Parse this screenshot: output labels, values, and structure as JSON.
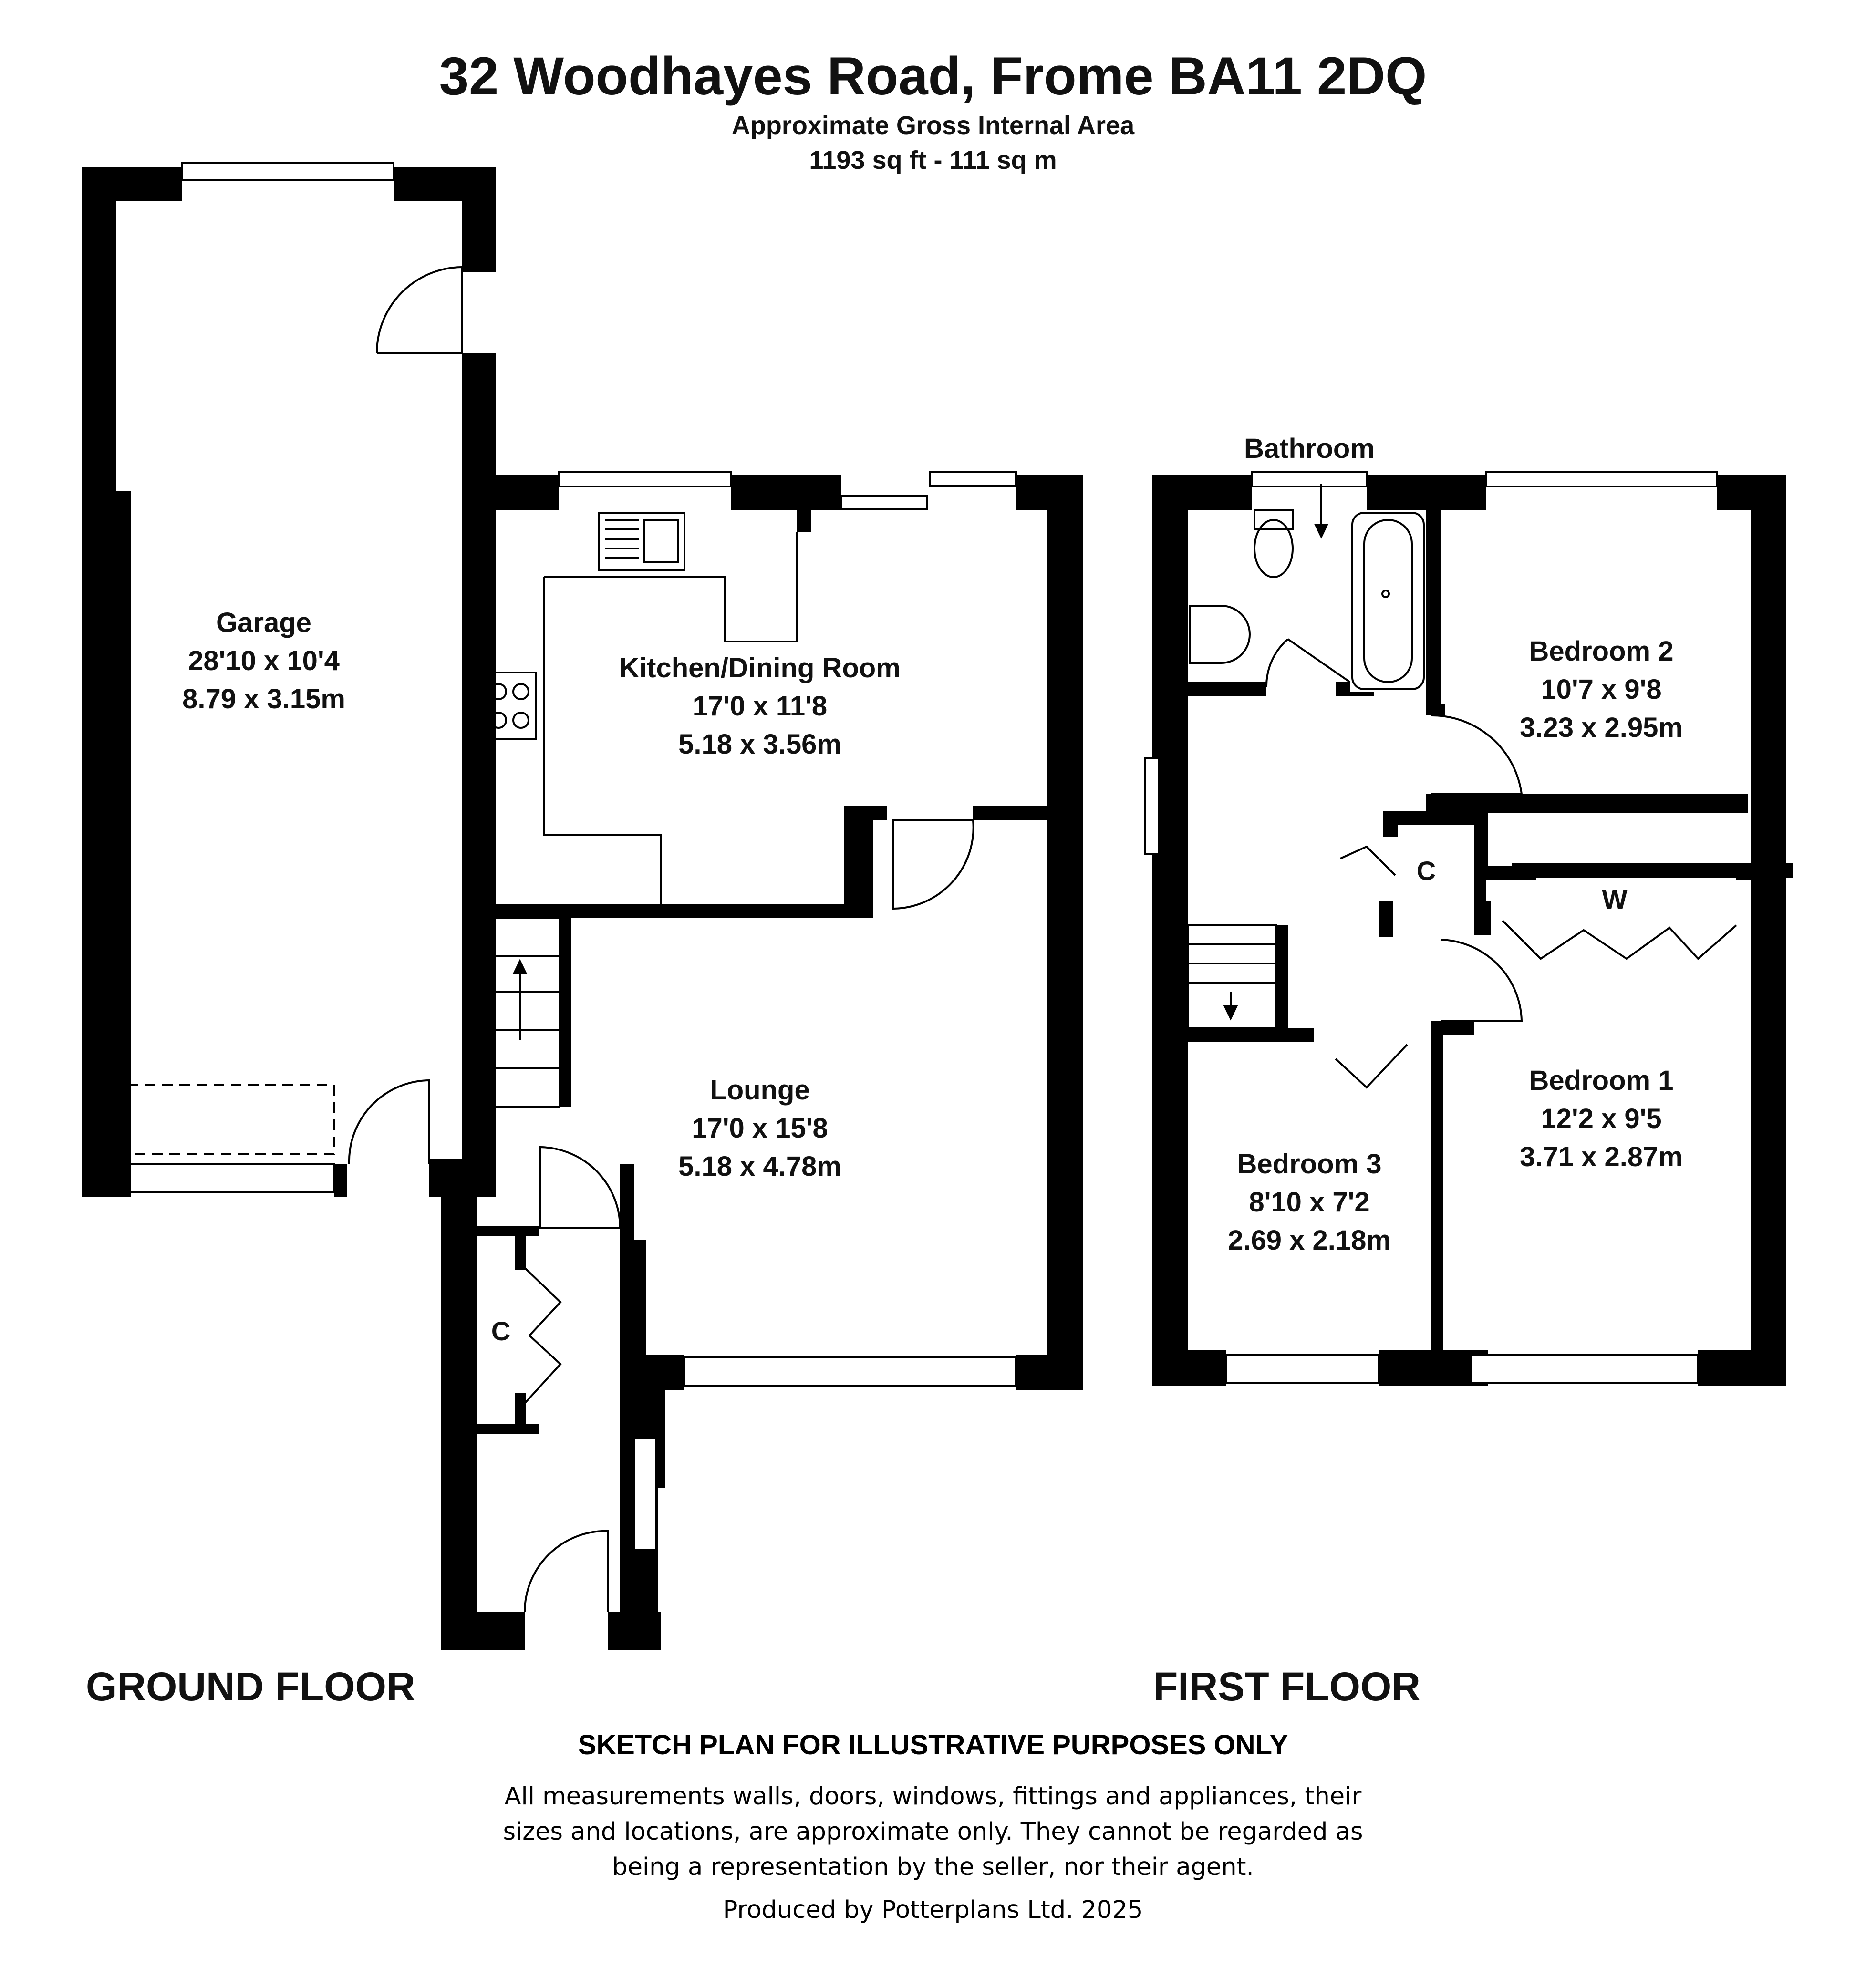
{
  "header": {
    "title": "32 Woodhayes Road, Frome BA11 2DQ",
    "area_label": "Approximate Gross Internal Area",
    "area_value": "1193 sq ft - 111 sq m"
  },
  "floors": {
    "ground": "GROUND FLOOR",
    "first": "FIRST FLOOR"
  },
  "rooms": {
    "garage": {
      "name": "Garage",
      "imperial": "28'10 x 10'4",
      "metric": "8.79 x 3.15m"
    },
    "kitchen": {
      "name": "Kitchen/Dining Room",
      "imperial": "17'0 x 11'8",
      "metric": "5.18 x 3.56m"
    },
    "lounge": {
      "name": "Lounge",
      "imperial": "17'0 x 15'8",
      "metric": "5.18 x 4.78m"
    },
    "bathroom": {
      "name": "Bathroom"
    },
    "bedroom1": {
      "name": "Bedroom 1",
      "imperial": "12'2 x 9'5",
      "metric": "3.71 x 2.87m"
    },
    "bedroom2": {
      "name": "Bedroom 2",
      "imperial": "10'7 x 9'8",
      "metric": "3.23 x 2.95m"
    },
    "bedroom3": {
      "name": "Bedroom 3",
      "imperial": "8'10 x 7'2",
      "metric": "2.69 x 2.18m"
    }
  },
  "fixtures": {
    "cupboard_ground": "C",
    "cupboard_first": "C",
    "wardrobe": "W"
  },
  "footer": {
    "disclaimer": "SKETCH PLAN FOR ILLUSTRATIVE PURPOSES ONLY",
    "note_lines": [
      "All measurements walls, doors, windows, fittings and appliances, their",
      "sizes and locations, are approximate only. They cannot be regarded as",
      "being a representation by the seller, nor their agent."
    ],
    "credit": "Produced by Potterplans Ltd. 2025"
  }
}
